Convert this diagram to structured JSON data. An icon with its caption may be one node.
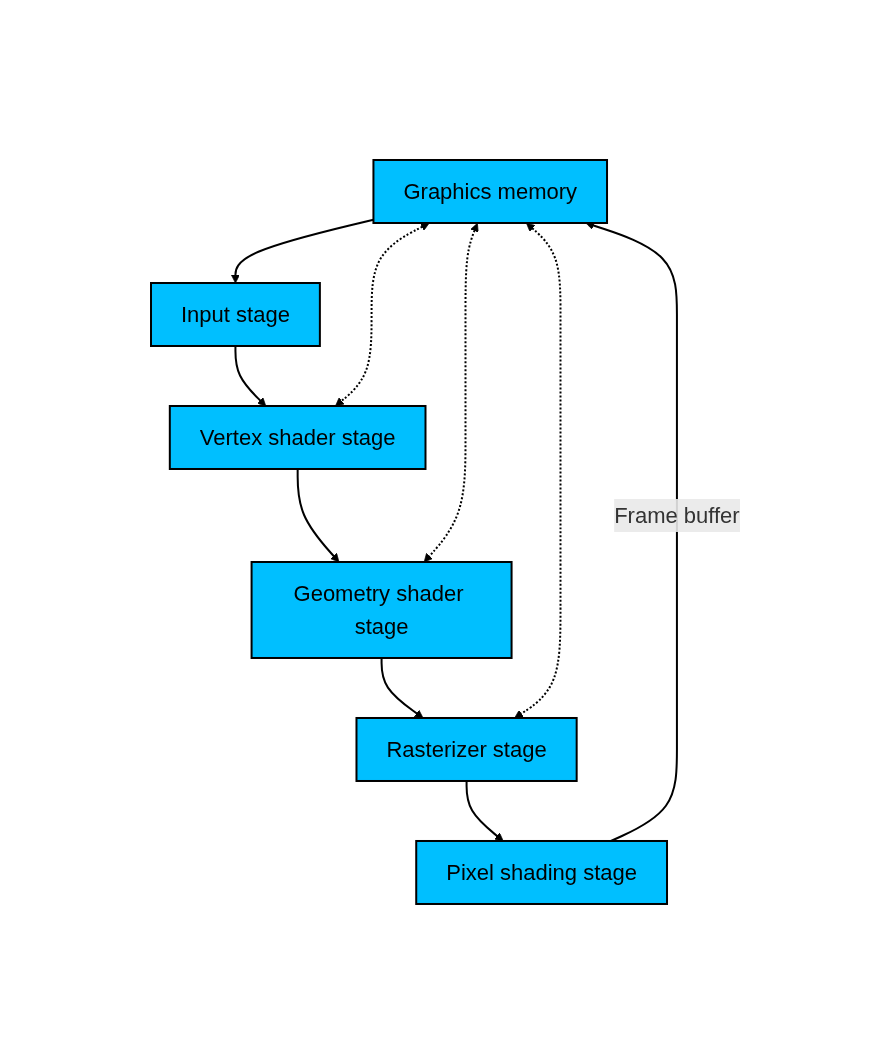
{
  "diagram": {
    "nodes": [
      {
        "text": [
          "Graphics memory"
        ]
      },
      {
        "text": [
          "Input stage"
        ]
      },
      {
        "text": [
          "Vertex shader stage"
        ]
      },
      {
        "text": [
          "Geometry shader stage"
        ]
      },
      {
        "text": [
          "Rasterizer stage"
        ]
      },
      {
        "text": [
          "Pixel shading stage"
        ]
      }
    ],
    "edges": [
      {
        "from": 0,
        "to": 1,
        "arrow": "to"
      },
      {
        "from": 1,
        "to": 2,
        "arrow": "to"
      },
      {
        "from": 0,
        "to": 2,
        "arrow": "both",
        "style": "dashed"
      },
      {
        "from": 2,
        "to": 3,
        "arrow": "to"
      },
      {
        "from": 0,
        "to": 3,
        "arrow": "both",
        "style": "dashed"
      },
      {
        "from": 3,
        "to": 4,
        "arrow": "to"
      },
      {
        "from": 0,
        "to": 4,
        "arrow": "both",
        "style": "dashed"
      },
      {
        "from": 4,
        "to": 5,
        "arrow": "to"
      },
      {
        "from": 5,
        "to": 0,
        "label": "Frame buffer",
        "arrow": "to"
      }
    ]
  }
}
